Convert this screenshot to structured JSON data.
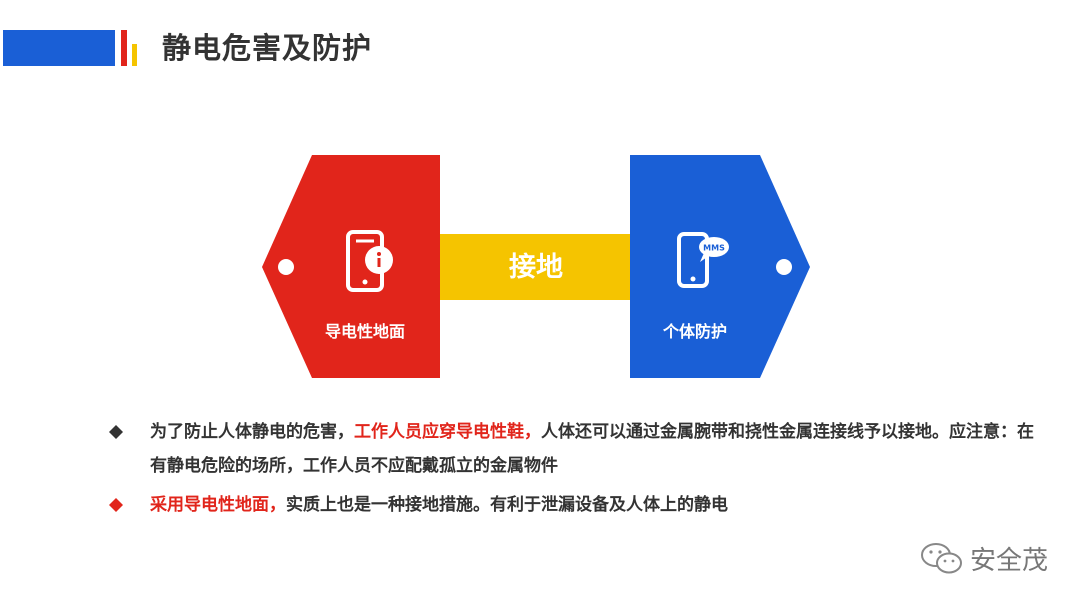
{
  "header": {
    "title": "静电危害及防护"
  },
  "diagram": {
    "left_node": {
      "label": "导电性地面",
      "icon": "phone-info-icon"
    },
    "connector": {
      "label": "接地"
    },
    "right_node": {
      "label": "个体防护",
      "icon": "phone-mms-icon",
      "icon_text": "MMS"
    }
  },
  "bullets": [
    {
      "parts": [
        {
          "text": "为了防止人体静电的危害，",
          "highlight": false
        },
        {
          "text": "工作人员应穿导电性鞋，",
          "highlight": true
        },
        {
          "text": "人体还可以通过金属腕带和挠性金属连接线予以接地。应注意：在有静电危险的场所，工作人员不应配戴孤立的金属物件",
          "highlight": false
        }
      ],
      "marker_color": "#333333"
    },
    {
      "parts": [
        {
          "text": "采用导电性地面，",
          "highlight": true
        },
        {
          "text": "实质上也是一种接地措施。有利于泄漏设备及人体上的静电",
          "highlight": false
        }
      ],
      "marker_color": "#e1251b"
    }
  ],
  "watermark": {
    "text": "安全茂",
    "icon": "wechat-icon"
  },
  "colors": {
    "blue": "#1a5fd6",
    "red": "#e1251b",
    "yellow": "#f5c400",
    "text": "#333333"
  }
}
